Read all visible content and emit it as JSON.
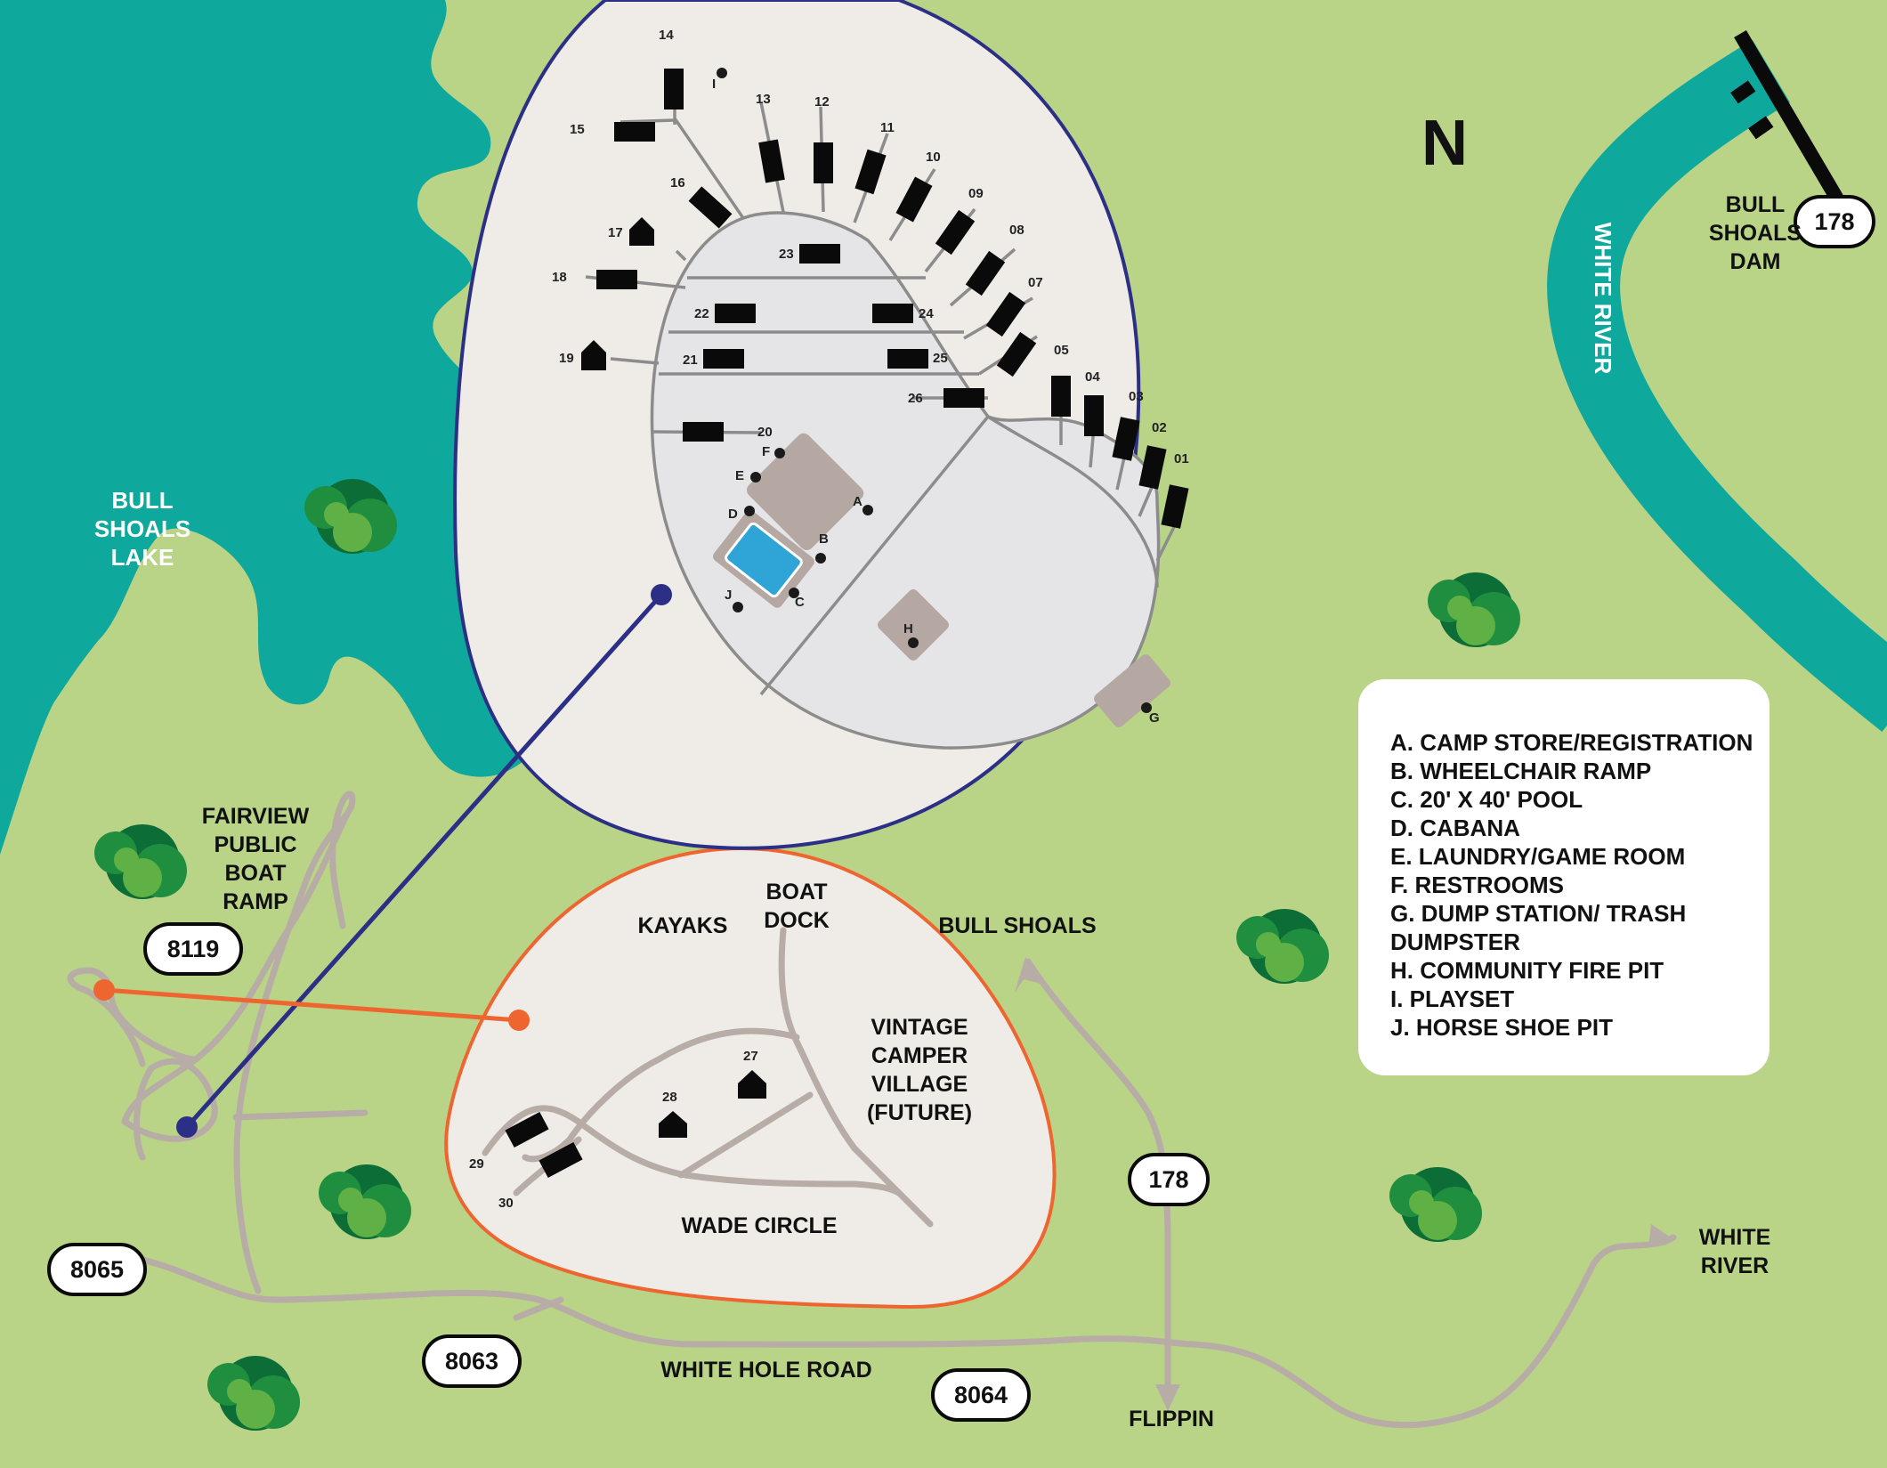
{
  "map": {
    "north_label": "N",
    "water_labels": {
      "bull_shoals_lake": [
        "BULL",
        "SHOALS",
        "LAKE"
      ],
      "white_river": "WHITE RIVER"
    },
    "place_labels": {
      "bull_shoals_dam": [
        "BULL",
        "SHOALS",
        "DAM"
      ],
      "fairview_ramp": [
        "FAIRVIEW",
        "PUBLIC",
        "BOAT",
        "RAMP"
      ],
      "bull_shoals_town": "BULL SHOALS",
      "flippin": "FLIPPIN",
      "white_river_dir": [
        "WHITE",
        "RIVER"
      ],
      "white_hole_road": "WHITE HOLE ROAD"
    },
    "route_shields": {
      "r178_dam": "178",
      "r8119": "8119",
      "r178_south": "178",
      "r8065": "8065",
      "r8063": "8063",
      "r8064": "8064"
    },
    "inset_upper": {
      "sites": [
        "01",
        "02",
        "03",
        "04",
        "05",
        "07",
        "08",
        "09",
        "10",
        "11",
        "12",
        "13",
        "14",
        "15",
        "16",
        "17",
        "18",
        "19",
        "20",
        "21",
        "22",
        "23",
        "24",
        "25",
        "26"
      ],
      "amenities": [
        "A",
        "B",
        "C",
        "D",
        "E",
        "F",
        "G",
        "H",
        "I",
        "J"
      ]
    },
    "inset_lower": {
      "labels": {
        "kayaks": "KAYAKS",
        "boat_dock": [
          "BOAT",
          "DOCK"
        ],
        "vintage": [
          "VINTAGE",
          "CAMPER",
          "VILLAGE",
          "(FUTURE)"
        ],
        "wade_circle": "WADE CIRCLE"
      },
      "sites": [
        "27",
        "28",
        "29",
        "30"
      ]
    },
    "legend": [
      "A. CAMP STORE/REGISTRATION",
      "B. WHEELCHAIR RAMP",
      "C. 20' X 40' POOL",
      "D. CABANA",
      "E. LAUNDRY/GAME ROOM",
      "F. RESTROOMS",
      "G. DUMP STATION/ TRASH",
      "DUMPSTER",
      "H. COMMUNITY FIRE PIT",
      "I. PLAYSET",
      "J. HORSE SHOE PIT"
    ],
    "colors": {
      "land": "#b9d387",
      "water": "#0ea89c",
      "inset_fill": "#efebe6",
      "upper_border": "#2c2f86",
      "lower_border": "#ee6530",
      "pool": "#2ea5d6",
      "building": "#b5a8a3",
      "road": "#b8aca6",
      "tree_dark": "#0c6d36",
      "tree_mid": "#1f8f3f",
      "tree_light": "#5fb045"
    }
  }
}
